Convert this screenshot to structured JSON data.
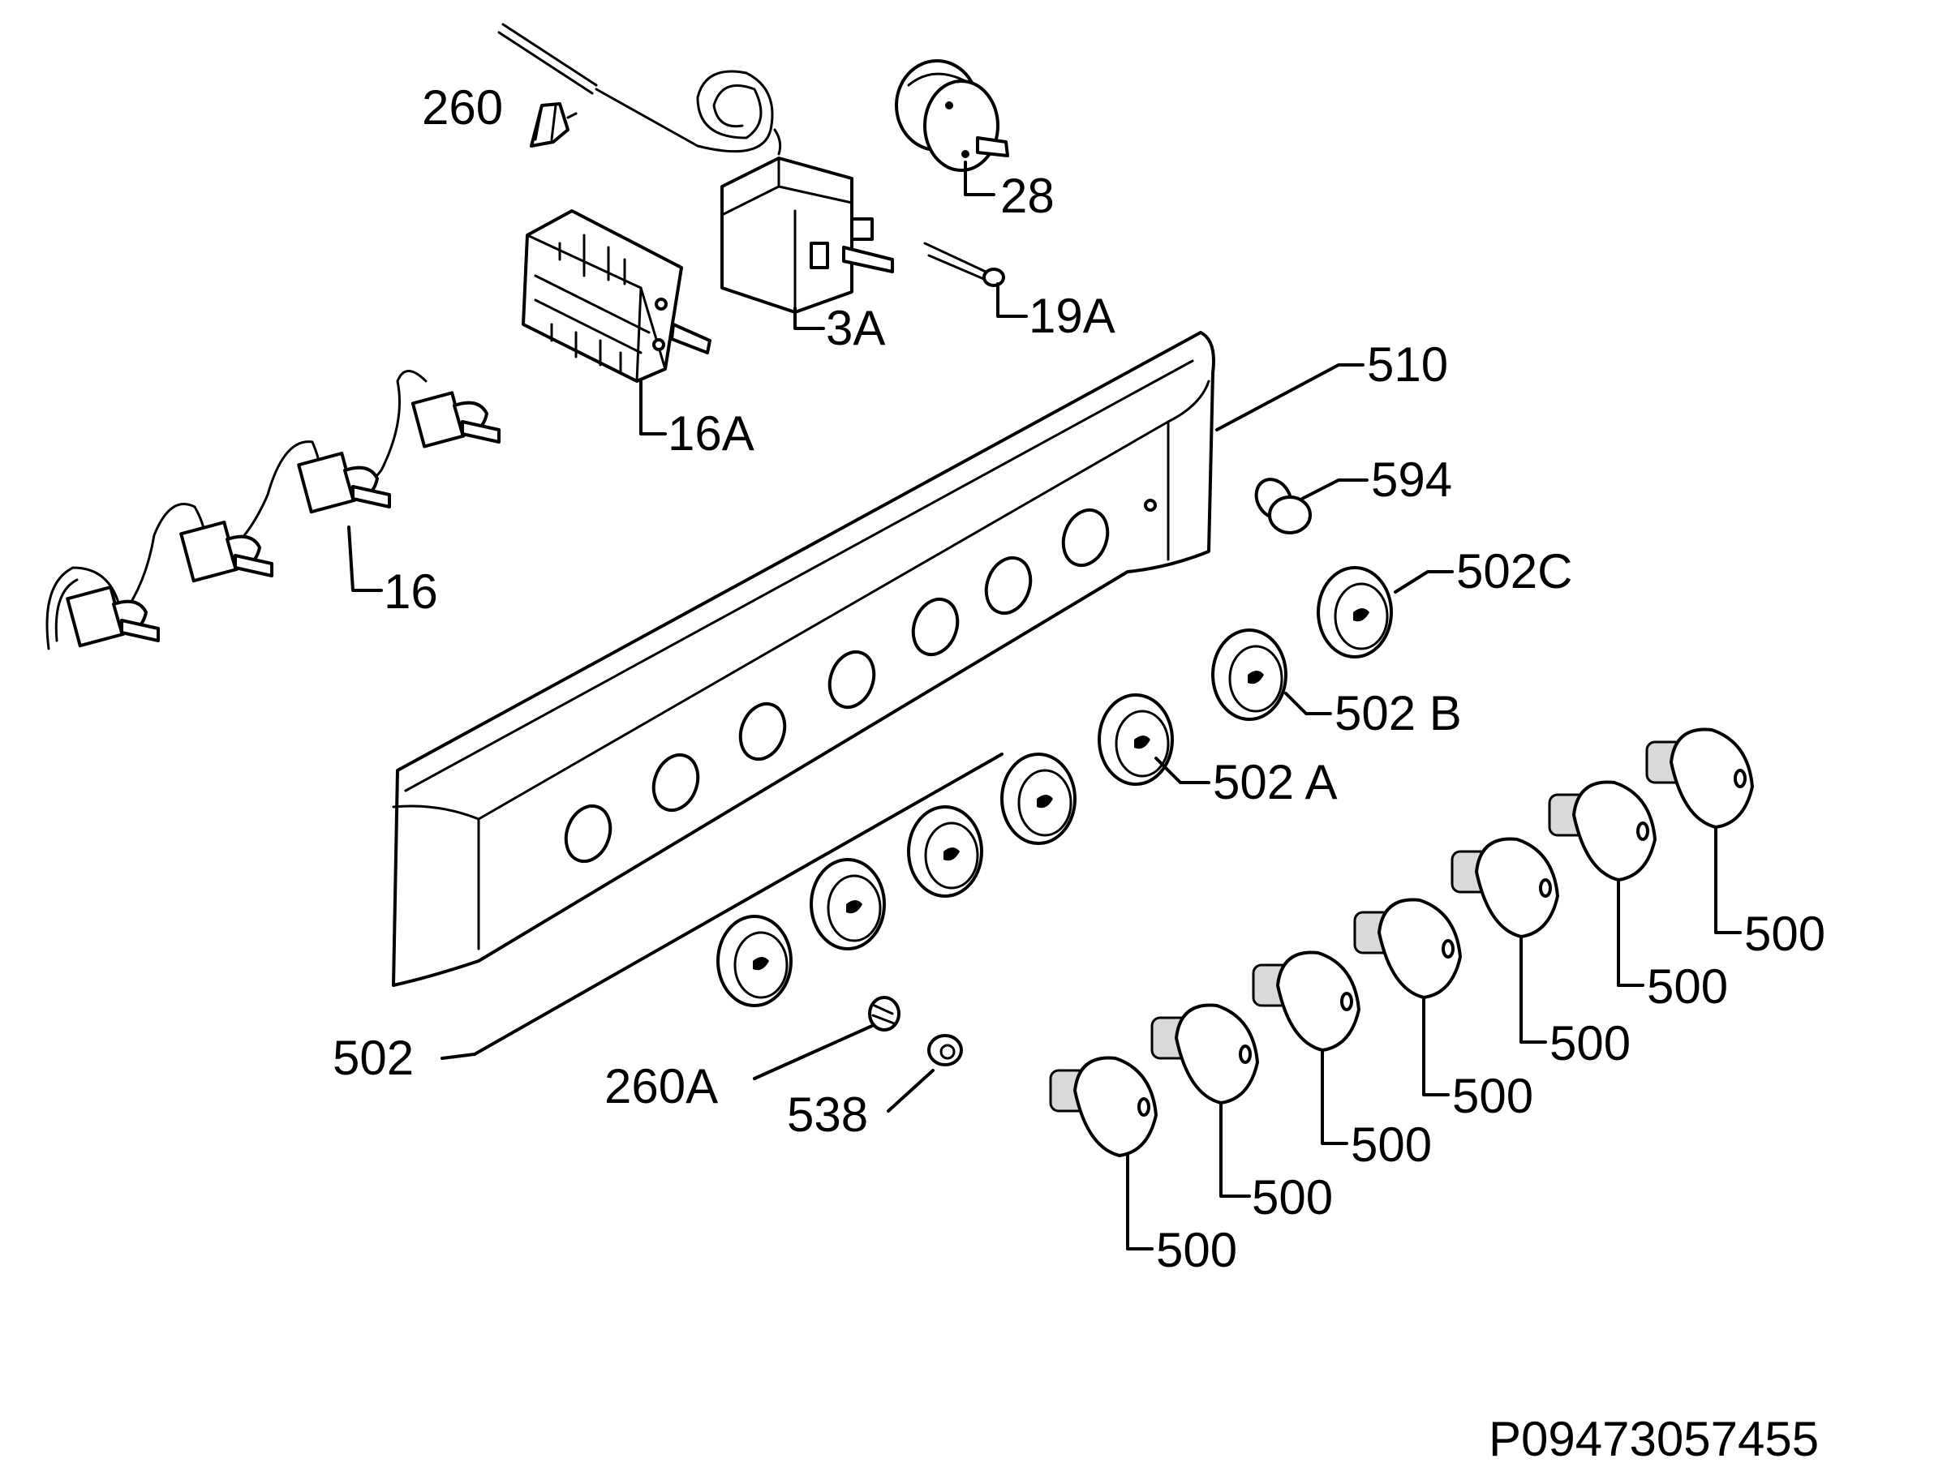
{
  "labels": {
    "p260": "260",
    "p28": "28",
    "p3a": "3A",
    "p19a": "19A",
    "p16a": "16A",
    "p510": "510",
    "p594": "594",
    "p16": "16",
    "p502c": "502C",
    "p502b": "502 B",
    "p502a": "502 A",
    "p502": "502",
    "p260a": "260A",
    "p538": "538",
    "p500": "500"
  },
  "diagram_code": "P09473057455"
}
